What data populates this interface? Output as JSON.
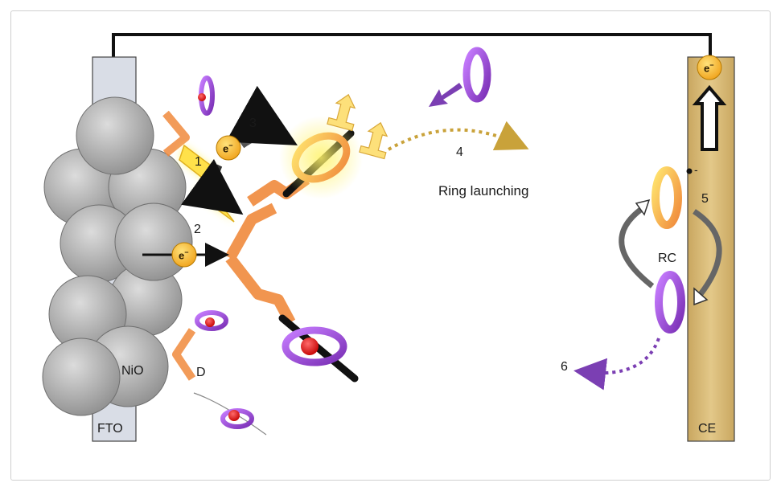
{
  "diagram": {
    "electrode_left": "FTO",
    "electrode_right": "CE",
    "semiconductor": "NiO",
    "dye": "D",
    "ring_complex": "RC",
    "process_text": "Ring launching",
    "step_numbers": [
      "1",
      "2",
      "3",
      "4",
      "5",
      "6"
    ],
    "electron_symbol": "e",
    "electron_charge": "−",
    "minus_sign": "-",
    "colors": {
      "nio_particle": "#bdbdbd",
      "electrode_ce": "#d9b870",
      "electrode_fto": "#d9dde6",
      "dye_orange": "#f08a3c",
      "ring_purple": "#9b4fd6",
      "ring_orange": "#f4a640",
      "arrow_gold": "#c9a23a",
      "arrow_purple": "#7b3fb3",
      "electron": "#f7b52a",
      "wire": "#111111"
    }
  }
}
